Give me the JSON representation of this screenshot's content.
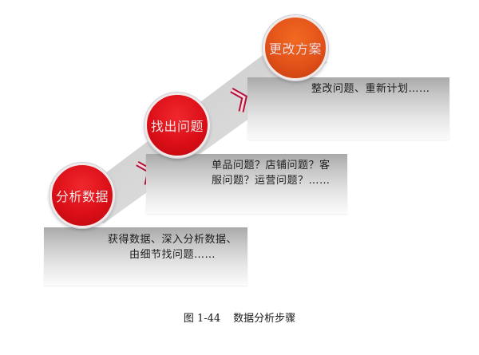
{
  "diagram": {
    "type": "staircase-process",
    "steps": [
      {
        "label": "分析数据",
        "description_lines": [
          "获得数据、深入分析数据、",
          "由细节找问题……"
        ],
        "color": "#dc0f18"
      },
      {
        "label": "找出问题",
        "description_lines": [
          "单品问题？店铺问题？客",
          "服问题？运营问题？……"
        ],
        "color": "#dc0f18"
      },
      {
        "label": "更改方案",
        "description_lines": [
          "整改问题、重新计划……"
        ],
        "color": "#e2521a"
      }
    ],
    "connector_icon": "chevron-right-icon",
    "ribbon_color": "#cfcfcf"
  },
  "caption": {
    "figure_number": "图 1-44",
    "title": "数据分析步骤"
  }
}
